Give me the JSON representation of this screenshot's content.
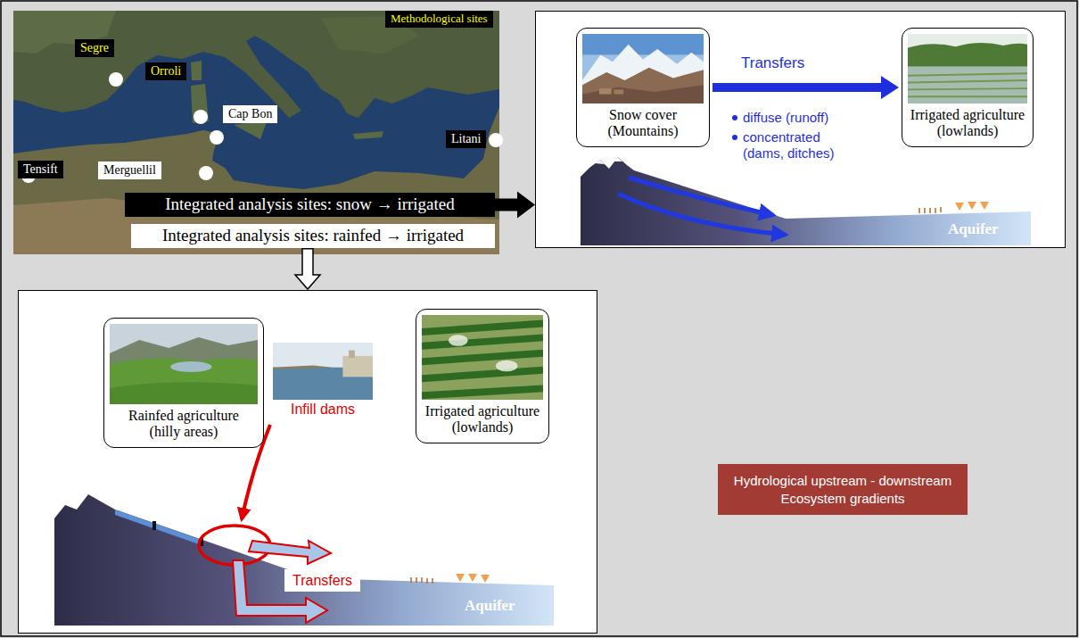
{
  "diagram": {
    "nodes": [
      {
        "text": [
          "Methodological sites"
        ]
      },
      {
        "text": [
          "Segre"
        ]
      },
      {
        "text": [
          "Orroli"
        ]
      },
      {
        "text": [
          "Cap Bon"
        ]
      },
      {
        "text": [
          "Litani"
        ]
      },
      {
        "text": [
          "Tensift"
        ]
      },
      {
        "text": [
          "Merguellil"
        ]
      },
      {
        "text": [
          "Integrated analysis sites: snow → irrigated"
        ]
      },
      {
        "text": [
          "Integrated analysis sites: rainfed → irrigated"
        ]
      },
      {
        "text": [
          "diffuse (runoff)",
          "concentrated (dams, ditches)",
          "Aquifer"
        ]
      },
      {
        "text": [
          "Snow cover (Mountains)"
        ],
        "in": 9
      },
      {
        "text": [
          "Irrigated agriculture (lowlands)"
        ],
        "in": 9
      },
      {
        "text": [
          "Aquifer"
        ]
      },
      {
        "text": [
          "Rainfed agriculture (hilly areas)"
        ],
        "in": 12
      },
      {
        "text": [
          "Infill dams"
        ],
        "in": 12
      },
      {
        "text": [
          "Irrigated agriculture (lowlands)"
        ],
        "in": 12
      },
      {
        "text": [
          "Transfers"
        ],
        "in": 12
      },
      {
        "text": [
          "Hydrological upstream - downstream Ecosystem gradients"
        ]
      }
    ],
    "edges": [
      {
        "from": 7,
        "to": 9,
        "arrow": "to"
      },
      {
        "from": 8,
        "to": 12,
        "arrow": "to"
      },
      {
        "from": 10,
        "to": 11,
        "label": "Transfers",
        "arrow": "to"
      }
    ]
  }
}
